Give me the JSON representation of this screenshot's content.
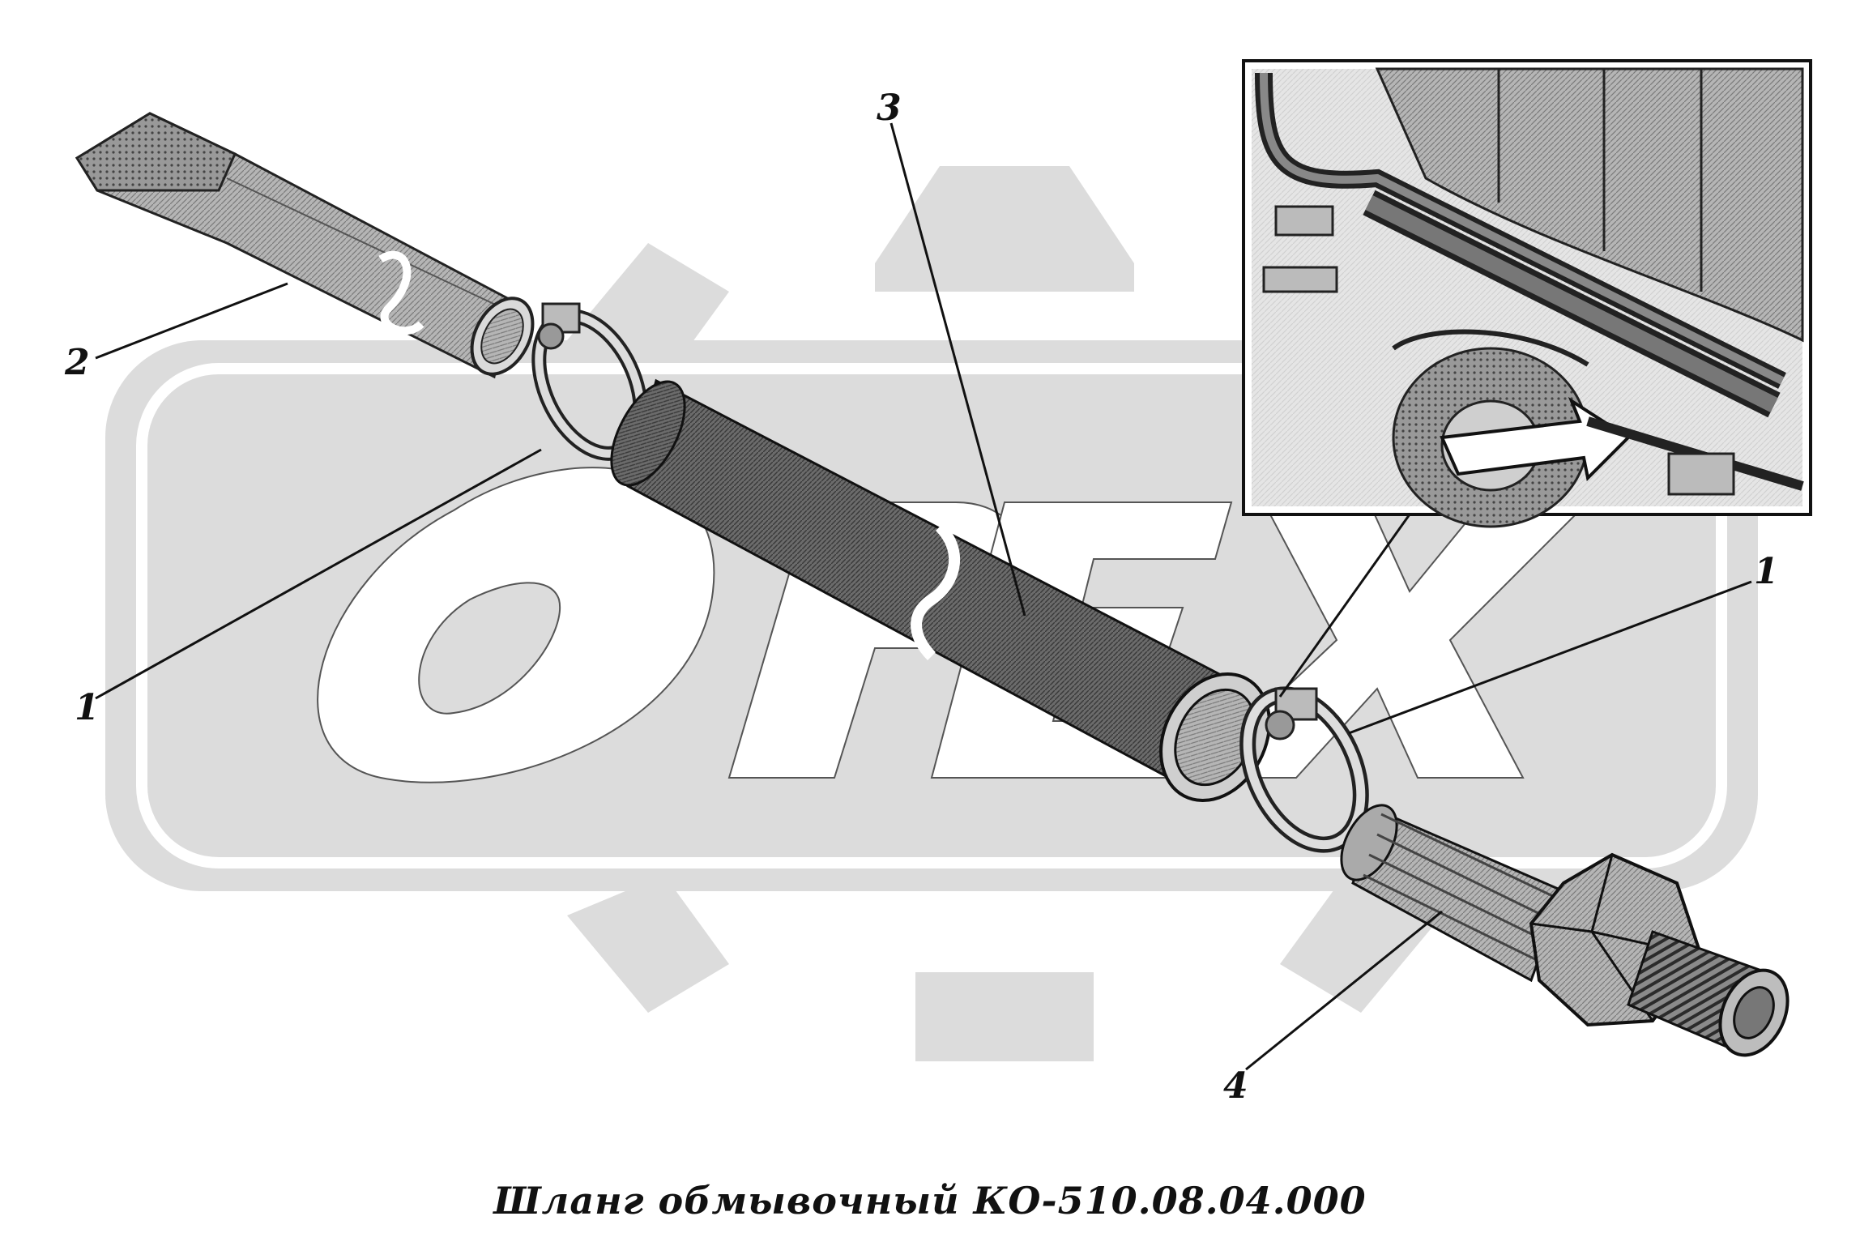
{
  "watermark": {
    "text": "OPEX",
    "color": "#dcdcdc"
  },
  "callouts": {
    "clamp_top": "1",
    "clamp_bottom": "1",
    "nozzle": "2",
    "hose": "3",
    "fitting": "4"
  },
  "caption": "Шланг обмывочный КО-510.08.04.000"
}
